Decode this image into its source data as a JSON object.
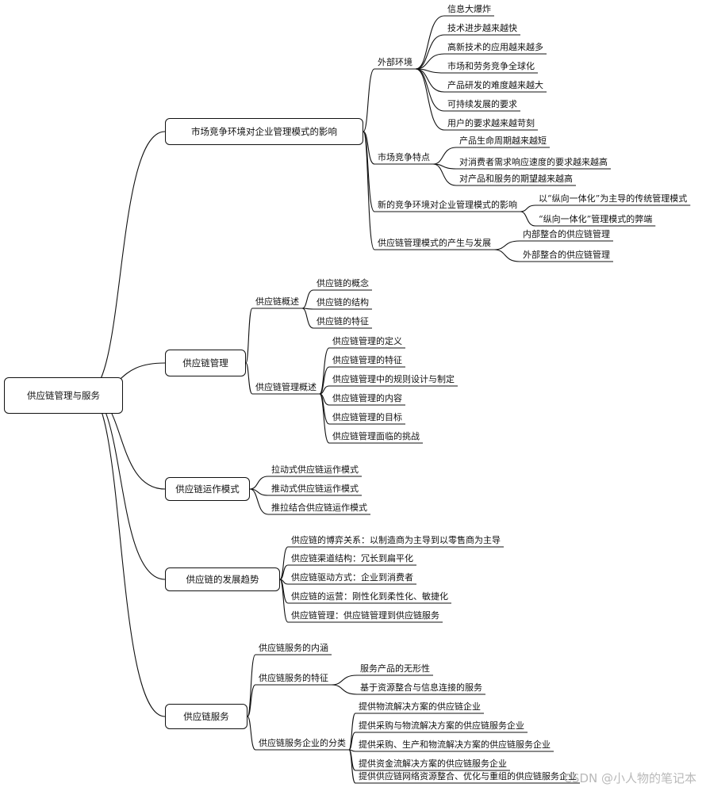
{
  "root": "供应链管理与服务",
  "watermark": "CSDN @小人物的笔记本",
  "branches": [
    {
      "label": "市场竞争环境对企业管理模式的影响",
      "children": [
        {
          "label": "外部环境",
          "children": [
            "信息大爆炸",
            "技术进步越来越快",
            "高新技术的应用越来越多",
            "市场和劳务竞争全球化",
            "产品研发的难度越来越大",
            "可持续发展的要求",
            "用户的要求越来越苛刻"
          ]
        },
        {
          "label": "市场竞争特点",
          "children": [
            "产品生命周期越来越短",
            "对消费者需求响应速度的要求越来越高",
            "对产品和服务的期望越来越高"
          ]
        },
        {
          "label": "新的竞争环境对企业管理模式的影响",
          "children": [
            "以“纵向一体化”为主导的传统管理模式",
            "“纵向一体化”管理模式的弊端"
          ]
        },
        {
          "label": "供应链管理模式的产生与发展",
          "children": [
            "内部整合的供应链管理",
            "外部整合的供应链管理"
          ]
        }
      ]
    },
    {
      "label": "供应链管理",
      "children": [
        {
          "label": "供应链概述",
          "children": [
            "供应链的概念",
            "供应链的结构",
            "供应链的特征"
          ]
        },
        {
          "label": "供应链管理概述",
          "children": [
            "供应链管理的定义",
            "供应链管理的特征",
            "供应链管理中的规则设计与制定",
            "供应链管理的内容",
            "供应链管理的目标",
            "供应链管理面临的挑战"
          ]
        }
      ]
    },
    {
      "label": "供应链运作模式",
      "children": [
        {
          "label": "拉动式供应链运作模式"
        },
        {
          "label": "推动式供应链运作模式"
        },
        {
          "label": "推拉结合供应链运作模式"
        }
      ]
    },
    {
      "label": "供应链的发展趋势",
      "children": [
        {
          "label": "供应链的博弈关系：以制造商为主导到以零售商为主导"
        },
        {
          "label": "供应链渠道结构：冗长到扁平化"
        },
        {
          "label": "供应链驱动方式：企业到消费者"
        },
        {
          "label": "供应链的运营：刚性化到柔性化、敏捷化"
        },
        {
          "label": "供应链管理：供应链管理到供应链服务"
        }
      ]
    },
    {
      "label": "供应链服务",
      "children": [
        {
          "label": "供应链服务的内涵"
        },
        {
          "label": "供应链服务的特征",
          "children": [
            "服务产品的无形性",
            "基于资源整合与信息连接的服务"
          ]
        },
        {
          "label": "供应链服务企业的分类",
          "children": [
            "提供物流解决方案的供应链企业",
            "提供采购与物流解决方案的供应链服务企业",
            "提供采购、生产和物流解决方案的供应链服务企业",
            "提供资金流解决方案的供应链服务企业",
            "提供供应链网络资源整合、优化与重组的供应链服务企业"
          ]
        }
      ]
    }
  ]
}
